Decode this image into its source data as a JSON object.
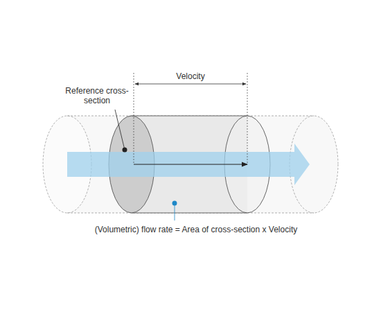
{
  "diagram": {
    "labels": [
      "Velocity",
      "Reference cross-section",
      "(Volumetric) flow rate = Area of cross-section x Velocity"
    ]
  }
}
